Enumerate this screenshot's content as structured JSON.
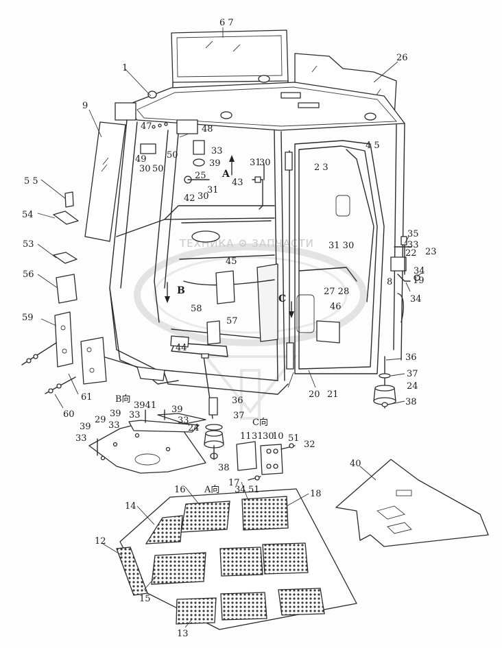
{
  "watermark": {
    "text": "ТЕХНИКА ⚙ ЗАПЧАСТИ",
    "emblem": "gear-shield-emblem",
    "color": "#c9c9c9"
  },
  "view_labels": {
    "A": "A",
    "B": "B",
    "C": "C",
    "B_view": "B向",
    "C_view": "C向",
    "A_view": "A向"
  },
  "callouts": {
    "c67": "6 7",
    "c1": "1",
    "c26": "26",
    "c9": "9",
    "c47": "47",
    "c48": "48",
    "c49": "49",
    "c50": "50",
    "c30a": "30",
    "c50b": "50",
    "c33a": "33",
    "c39a": "39",
    "c25": "25",
    "c31a": "31",
    "c42": "42",
    "c30b": "30",
    "c31b": "31",
    "c30c": "30",
    "c43": "43",
    "c23a": "2 3",
    "c45a": "4 5",
    "c55": "5 5",
    "c54": "54",
    "c53": "53",
    "c56": "56",
    "c59": "59",
    "c61": "61",
    "c60": "60",
    "c45": "45",
    "c58": "58",
    "c57": "57",
    "c44": "44",
    "c3130": "31 30",
    "c35": "35",
    "c33b": "33",
    "c23": "23",
    "c22": "22",
    "c8": "8",
    "c34a": "34",
    "c19": "19",
    "c34b": "34",
    "c2728": "27 28",
    "c46": "46",
    "c36a": "36",
    "c37a": "37",
    "c24a": "24",
    "c38a": "38",
    "c20": "20",
    "c21": "21",
    "c3941": "3941",
    "c39b": "39",
    "c39c": "39",
    "c33c": "33",
    "c33d": "33",
    "c29": "29",
    "c33e": "33",
    "c39d": "39",
    "c33f": "33",
    "c24b": "24",
    "c36b": "36",
    "c37b": "37",
    "c38b": "38",
    "c11": "11",
    "c31c": "31",
    "c30d": "30",
    "c10": "10",
    "c51a": "51",
    "c32": "32",
    "c17": "17",
    "c34c": "34",
    "c51b": "51",
    "c16": "16",
    "c18": "18",
    "c14": "14",
    "c12": "12",
    "c15": "15",
    "c13": "13",
    "c40": "40"
  }
}
